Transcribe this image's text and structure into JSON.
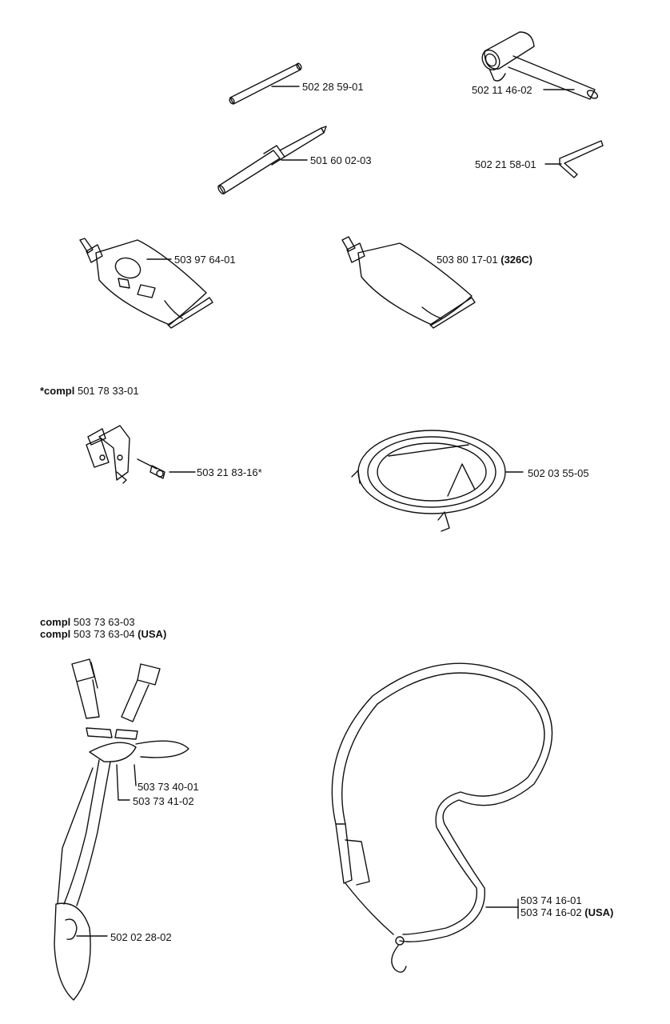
{
  "parts": {
    "rod": "502 28 59-01",
    "socket_wrench": "502 11 46-02",
    "drift": "501 60 02-03",
    "hex_key": "502 21 58-01",
    "tube_grease": "503 97 64-01",
    "tube_326c": "503 80 17-01",
    "tube_326c_note": "(326C)",
    "compl_note_prefix": "*compl",
    "compl_note_number": "501 78 33-01",
    "screw": "503 21 83-16*",
    "guard_ring": "502 03 55-05",
    "harness_compl_word_1": "compl",
    "harness_compl_1": "503 73 63-03",
    "harness_compl_word_2": "compl",
    "harness_compl_2": "503 73 63-04",
    "harness_compl_2_note": "(USA)",
    "harness_buckle": "503 73 40-01",
    "harness_pad": "503 73 41-02",
    "hip_pad": "502 02 28-02",
    "strap_1": "503 74 16-01",
    "strap_2": "503 74 16-02",
    "strap_2_note": "(USA)"
  }
}
